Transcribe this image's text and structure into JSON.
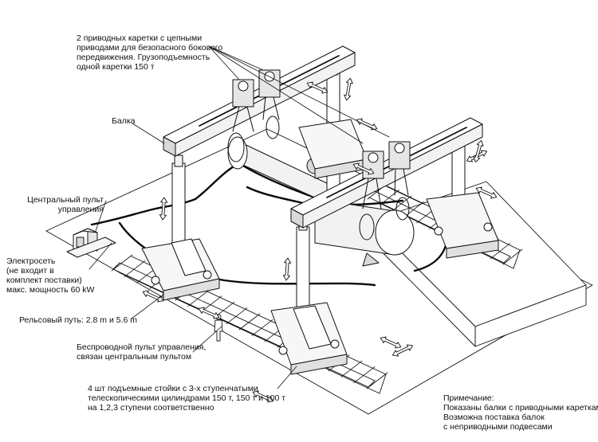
{
  "colors": {
    "line": "#111111",
    "cable": "#0a0a0a",
    "floor": "#ffffff",
    "fill_light": "#f2f2f2",
    "fill_mid": "#d9d9d9",
    "fill_dark": "#9a9a9a"
  },
  "labels": {
    "carriages": [
      "2 приводных каретки с цепными",
      "приводами для безопасного бокового",
      "передвижения. Грузоподъемность",
      "одной каретки 150 т"
    ],
    "beam": [
      "Балка"
    ],
    "control_panel": [
      "Центральный пульт",
      "управления"
    ],
    "power": [
      "Электросеть",
      "(не входит в",
      "комплект поставки)",
      "макс. мощность 60 kW"
    ],
    "rail": [
      "Рельсовый путь: 2.8 m и 5.6 m"
    ],
    "remote": [
      "Беспроводной пульт управления,",
      "связан центральным пультом"
    ],
    "columns": [
      "4 шт подъемные стойки с 3-х ступенчатыми",
      "телескопическими цилиндрами 150 т, 150 т и 100 т",
      "на 1,2,3 ступени соответственно"
    ],
    "note": [
      "Примечание:",
      "Показаны балки с приводными каретками.",
      "Возможна поставка балок",
      "с неприводными подвесами"
    ]
  }
}
